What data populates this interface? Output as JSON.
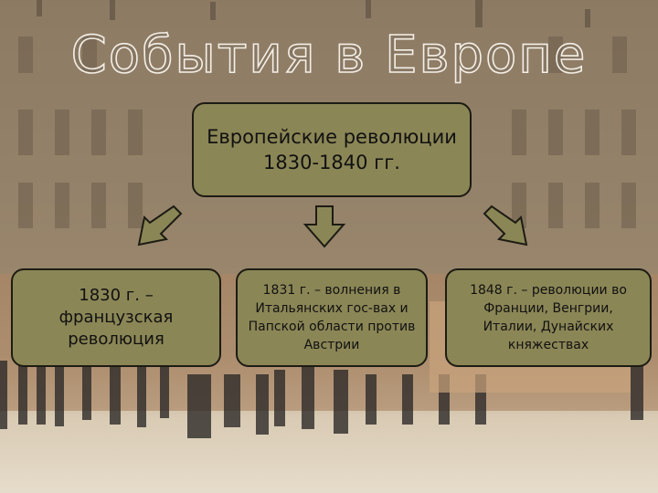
{
  "title": "События в Европе",
  "main_box": {
    "text": "Европейские революции 1830-1840 гг."
  },
  "branches": [
    {
      "text": "1830 г. – французская революция"
    },
    {
      "text": "1831 г. – волнения в Итальянских гос-вах и Папской области против Австрии"
    },
    {
      "text": "1848 г. – революции во Франции, Венгрии, Италии, Дунайских княжествах"
    }
  ],
  "colors": {
    "box_fill": "#8b8656",
    "box_border": "#1c1c14",
    "arrow_fill": "#8b8656"
  }
}
